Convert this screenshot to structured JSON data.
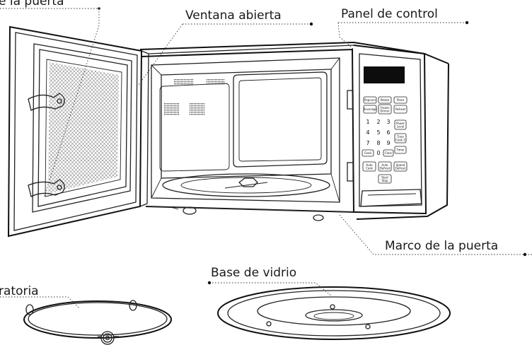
{
  "labels": {
    "door_glass": "e la puerta",
    "open_window": "Ventana abierta",
    "control_panel": "Panel de control",
    "door_frame": "Marco de la puerta",
    "glass_tray": "Base de vidrio",
    "ring": "ratoria"
  },
  "panel_buttons": {
    "row1": [
      "Popcorn",
      "Potato",
      "Pizza"
    ],
    "row2_a": "Beverage",
    "row2_b1": "Frozen",
    "row2_b2": "Dinner",
    "row2_c": "Reheat",
    "power_1": "Power",
    "power_2": "Level",
    "time_1": "Time",
    "time_2": "Cook 2",
    "timer": "Timer",
    "clock": "Clock",
    "clear": "Clear",
    "auto_cook_1": "Auto",
    "auto_cook_2": "Cook",
    "auto_defrost_1": "Auto",
    "auto_defrost_2": "Defrost",
    "speed_1": "Speed",
    "speed_2": "Defrost",
    "start_1": "Start",
    "start_2": "Stop"
  },
  "keypad": {
    "k1": "1",
    "k2": "2",
    "k3": "3",
    "k4": "4",
    "k5": "5",
    "k6": "6",
    "k7": "7",
    "k8": "8",
    "k9": "9",
    "k0": "0"
  }
}
